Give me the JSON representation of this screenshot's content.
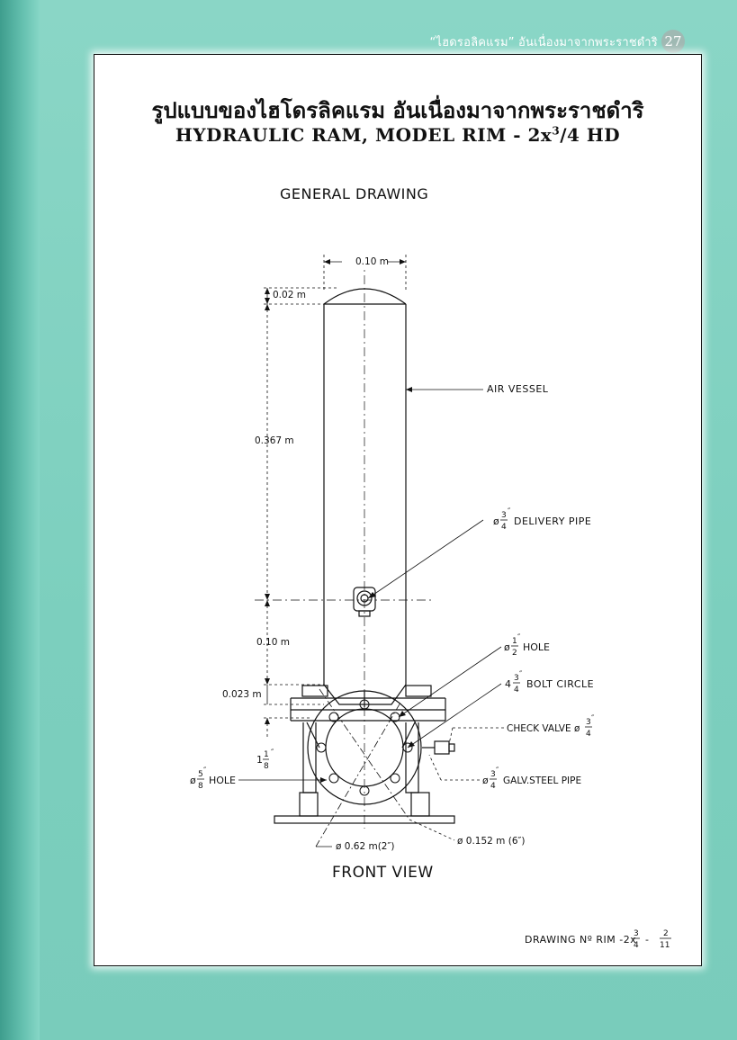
{
  "page": {
    "running_header": "“ไฮดรอลิคแรม” อันเนื่องมาจากพระราชดำริ",
    "page_number": "27"
  },
  "title": {
    "thai": "รูปแบบของไฮโดรลิคแรม อันเนื่องมาจากพระราชดำริ",
    "english_prefix": "HYDRAULIC RAM, MODEL RIM - 2x",
    "english_sup": "3",
    "english_suffix": "/4 HD"
  },
  "drawing": {
    "heading": "GENERAL DRAWING",
    "dimensions": {
      "vessel_width": "0.10 m",
      "cap_height": "0.02 m",
      "vessel_height": "0.367 m",
      "outlet_height": "0.10 m",
      "base_height": "0.023 m",
      "flange_offset_whole": "1",
      "flange_offset_num": "1",
      "flange_offset_den": "8",
      "flange_offset_unit": "″",
      "inner_diameter": "ø 0.62 m(2″)",
      "outer_diameter": "ø 0.152 m (6″)"
    },
    "labels": {
      "air_vessel": "AIR VESSEL",
      "delivery_pipe_phi": "ø",
      "delivery_pipe_num": "3",
      "delivery_pipe_den": "4",
      "delivery_pipe_unit": "″",
      "delivery_pipe": "DELIVERY PIPE",
      "hole_half_phi": "ø",
      "hole_half_num": "1",
      "hole_half_den": "2",
      "hole_half_unit": "″",
      "hole_half": "HOLE",
      "bolt_circle_whole": "4",
      "bolt_circle_num": "3",
      "bolt_circle_den": "4",
      "bolt_circle_unit": "″",
      "bolt_circle": "BOLT CIRCLE",
      "check_valve": "CHECK VALVE ø",
      "check_valve_num": "3",
      "check_valve_den": "4",
      "check_valve_unit": "″",
      "galv_pipe_phi": "ø",
      "galv_pipe_num": "3",
      "galv_pipe_den": "4",
      "galv_pipe_unit": "″",
      "galv_pipe": "GALV.STEEL PIPE",
      "hole_five_phi": "ø",
      "hole_five_num": "5",
      "hole_five_den": "8",
      "hole_five_unit": "″",
      "hole_five": "HOLE"
    },
    "view_name": "FRONT VIEW",
    "drawing_number_prefix": "DRAWING  Nº RIM -2x",
    "drawing_number_num": "3",
    "drawing_number_den": "4",
    "drawing_number_dash": "-",
    "drawing_number_sheet_num": "2",
    "drawing_number_sheet_den": "11"
  }
}
